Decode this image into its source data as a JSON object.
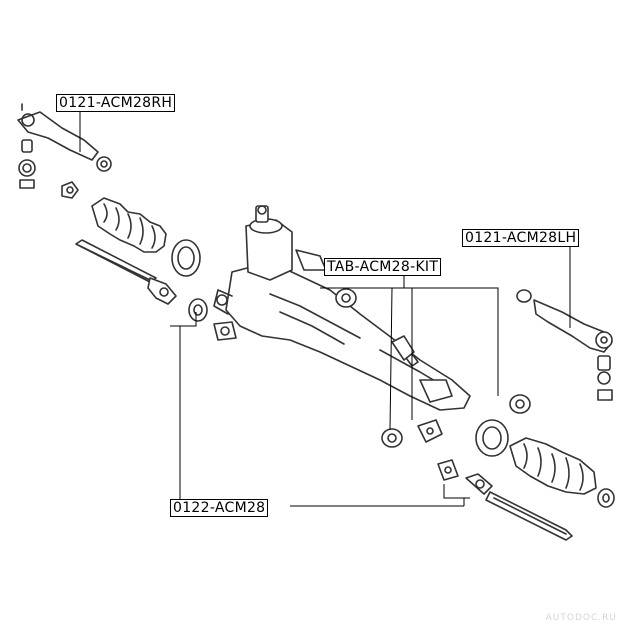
{
  "labels": {
    "tie_rod_end_rh": "0121-ACM28RH",
    "tie_rod_end_lh": "0121-ACM28LH",
    "bushing_kit": "TAB-ACM28-KIT",
    "inner_tie_rod": "0122-ACM28"
  },
  "watermark": "AUTODOC.RU",
  "colors": {
    "line": "#000000",
    "part_stroke": "#333333",
    "part_fill": "#ffffff",
    "shade": "#999999"
  }
}
